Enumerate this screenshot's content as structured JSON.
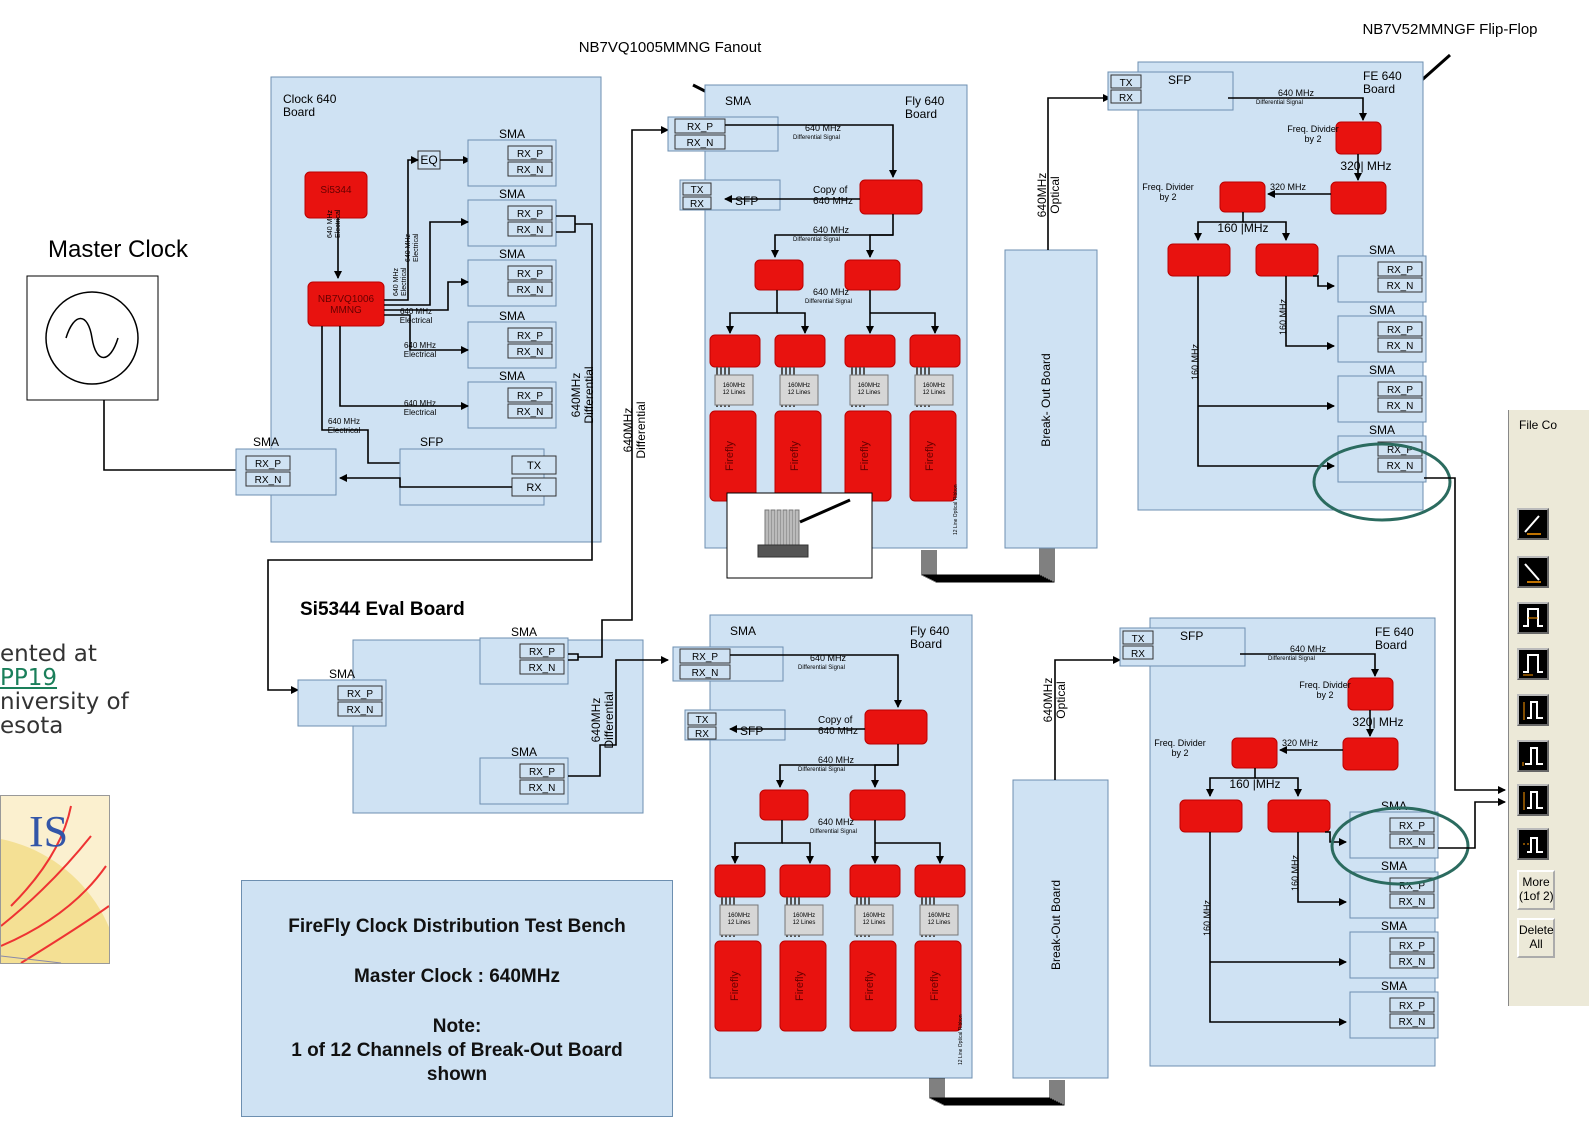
{
  "annotations": {
    "flipflop": "NB7V52MMNGF Flip-Flop",
    "fanout": "NB7VQ1005MMNG Fanout"
  },
  "master_clock": "Master Clock",
  "clock_board": {
    "title": "Clock 640\nBoard",
    "chip1": "Si5344",
    "chip2": "NB7VQ1006\nMMNG",
    "eq": "EQ",
    "sig_640_electrical": "640 MHz\nElectrical",
    "sma": "SMA",
    "sfp": "SFP",
    "rx_p": "RX_P",
    "rx_n": "RX_N",
    "tx": "TX",
    "rx": "RX",
    "link": "640MHz\nDifferential"
  },
  "eval_board": {
    "title": "Si5344 Eval Board"
  },
  "fly_board": {
    "title": "Fly 640\nBoard",
    "copy": "Copy of\n640 MHz",
    "sig_640": "640 MHz",
    "diff_signal": "Differential Signal",
    "firefly": "Firefly",
    "lines": "160MHz\n12 Lines",
    "ribbon": "12 Line Optical Ribbon"
  },
  "breakout": {
    "title": "Break- Out Board",
    "title2": "Break-Out Board",
    "optical": "640MHz\nOptical"
  },
  "fe_board": {
    "title": "FE 640\nBoard",
    "div2": "Freq. Divider\nby 2",
    "f320": "320 MHz",
    "f160": "160 MHz",
    "f320_split": "320| MHz",
    "f160_split": "160 |MHz"
  },
  "note": {
    "line1": "FireFly Clock Distribution Test Bench",
    "line2": "Master Clock : 640MHz",
    "line3": "Note:",
    "line4": "1 of 12 Channels of Break-Out Board",
    "line5": "shown"
  },
  "side": {
    "l1": "ented at",
    "l2": "PP19",
    "l3": "niversity of",
    "l4": "esota"
  },
  "scope": {
    "menu": "File  Co",
    "more": "More\n(1of 2)",
    "delete": "Delete\nAll"
  },
  "colors": {
    "board": "#cfe2f3",
    "board_border": "#6d8fb0",
    "chip": "#e8120f",
    "ellipse": "#2b6b5f"
  }
}
